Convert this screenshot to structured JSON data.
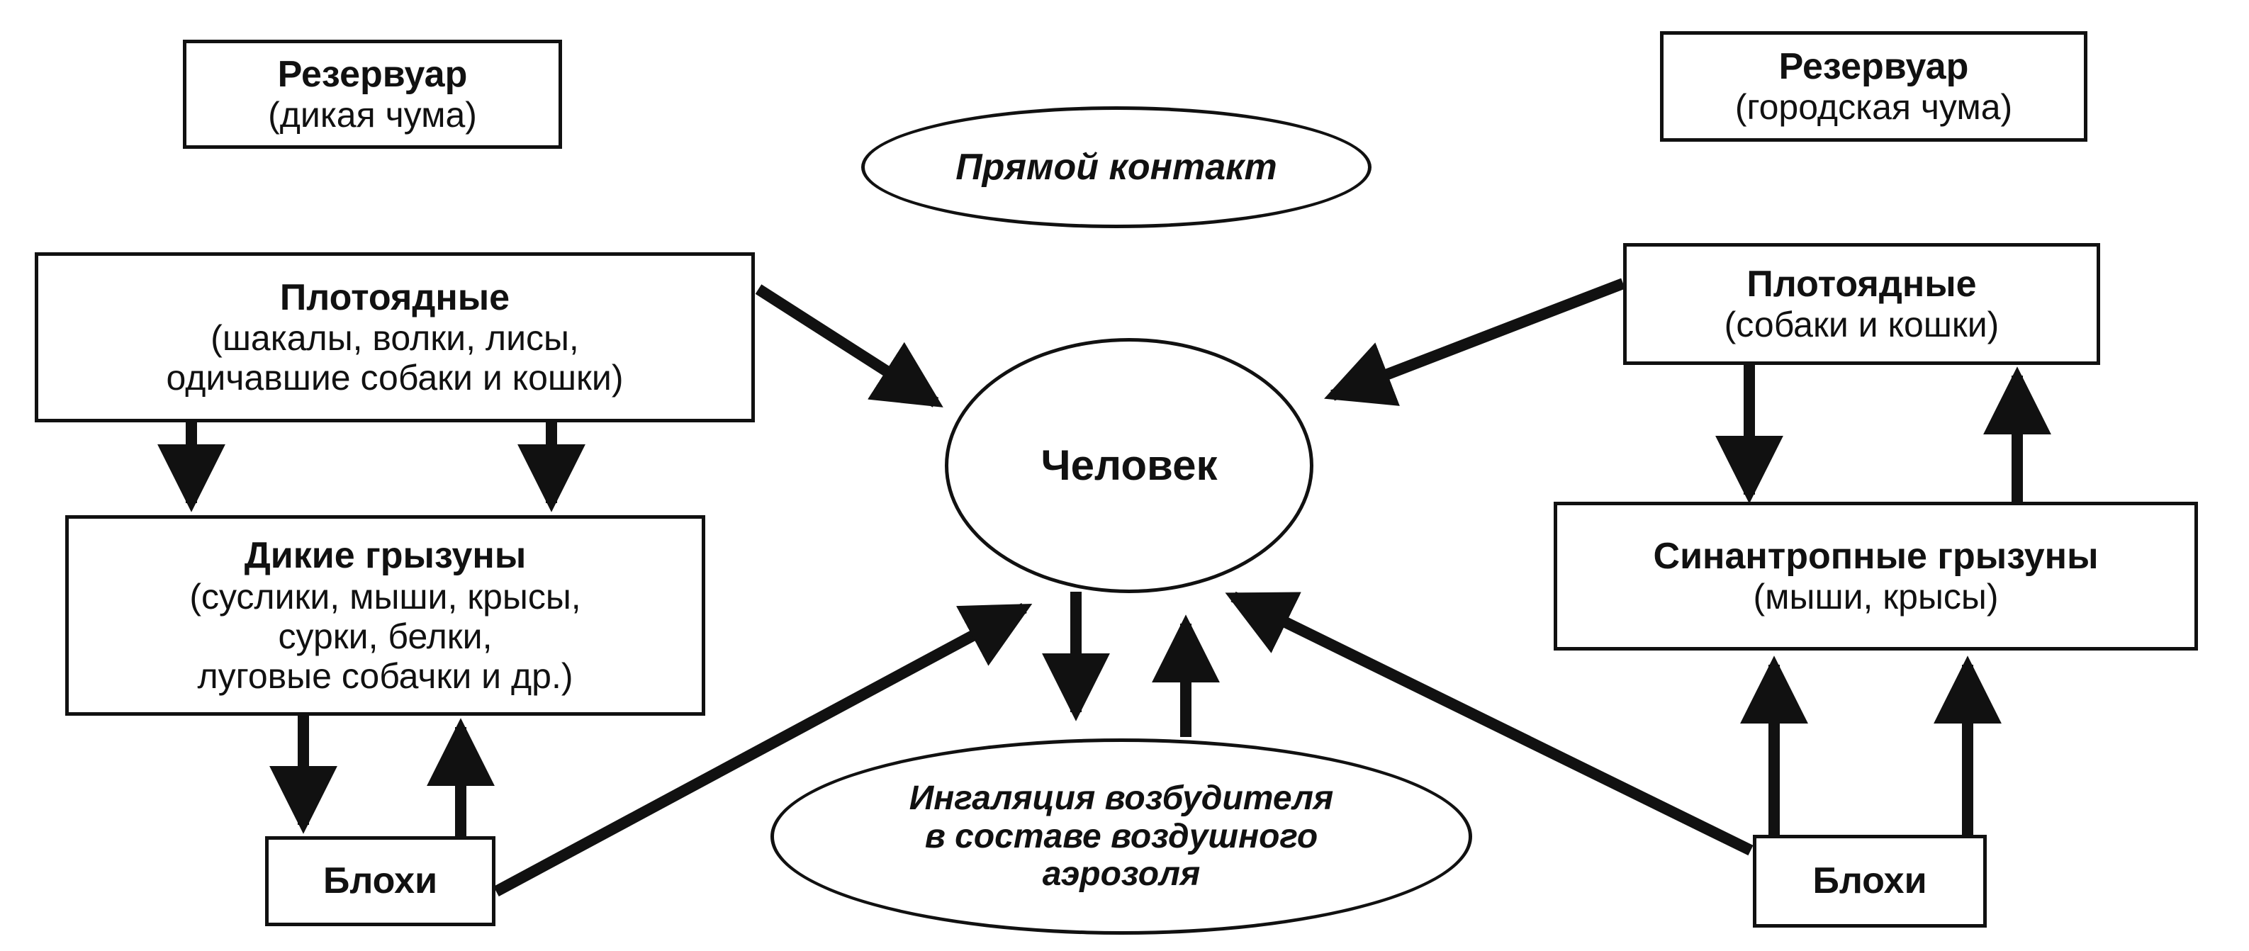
{
  "left_reservoir": {
    "title": "Резервуар",
    "subtitle": "(дикая чума)"
  },
  "right_reservoir": {
    "title": "Резервуар",
    "subtitle": "(городская чума)"
  },
  "direct_contact": "Прямой контакт",
  "human": "Человек",
  "left_carnivores": {
    "title": "Плотоядные",
    "line1": "(шакалы,  волки,  лисы,",
    "line2": "одичавшие собаки и кошки)"
  },
  "right_carnivores": {
    "title": "Плотоядные",
    "line1": "(собаки и кошки)"
  },
  "wild_rodents": {
    "title": "Дикие грызуны",
    "line1": "(суслики,  мыши,  крысы,",
    "line2": "сурки,  белки,",
    "line3": "луговые собачки и др.)"
  },
  "synanthropic_rodents": {
    "title": "Синантропные грызуны",
    "line1": "(мыши,  крысы)"
  },
  "left_fleas": "Блохи",
  "right_fleas": "Блохи",
  "inhalation": {
    "line1": "Ингаляция возбудителя",
    "line2": "в составе воздушного",
    "line3": "аэрозоля"
  },
  "colors": {
    "ink": "#111111",
    "background": "#ffffff"
  }
}
